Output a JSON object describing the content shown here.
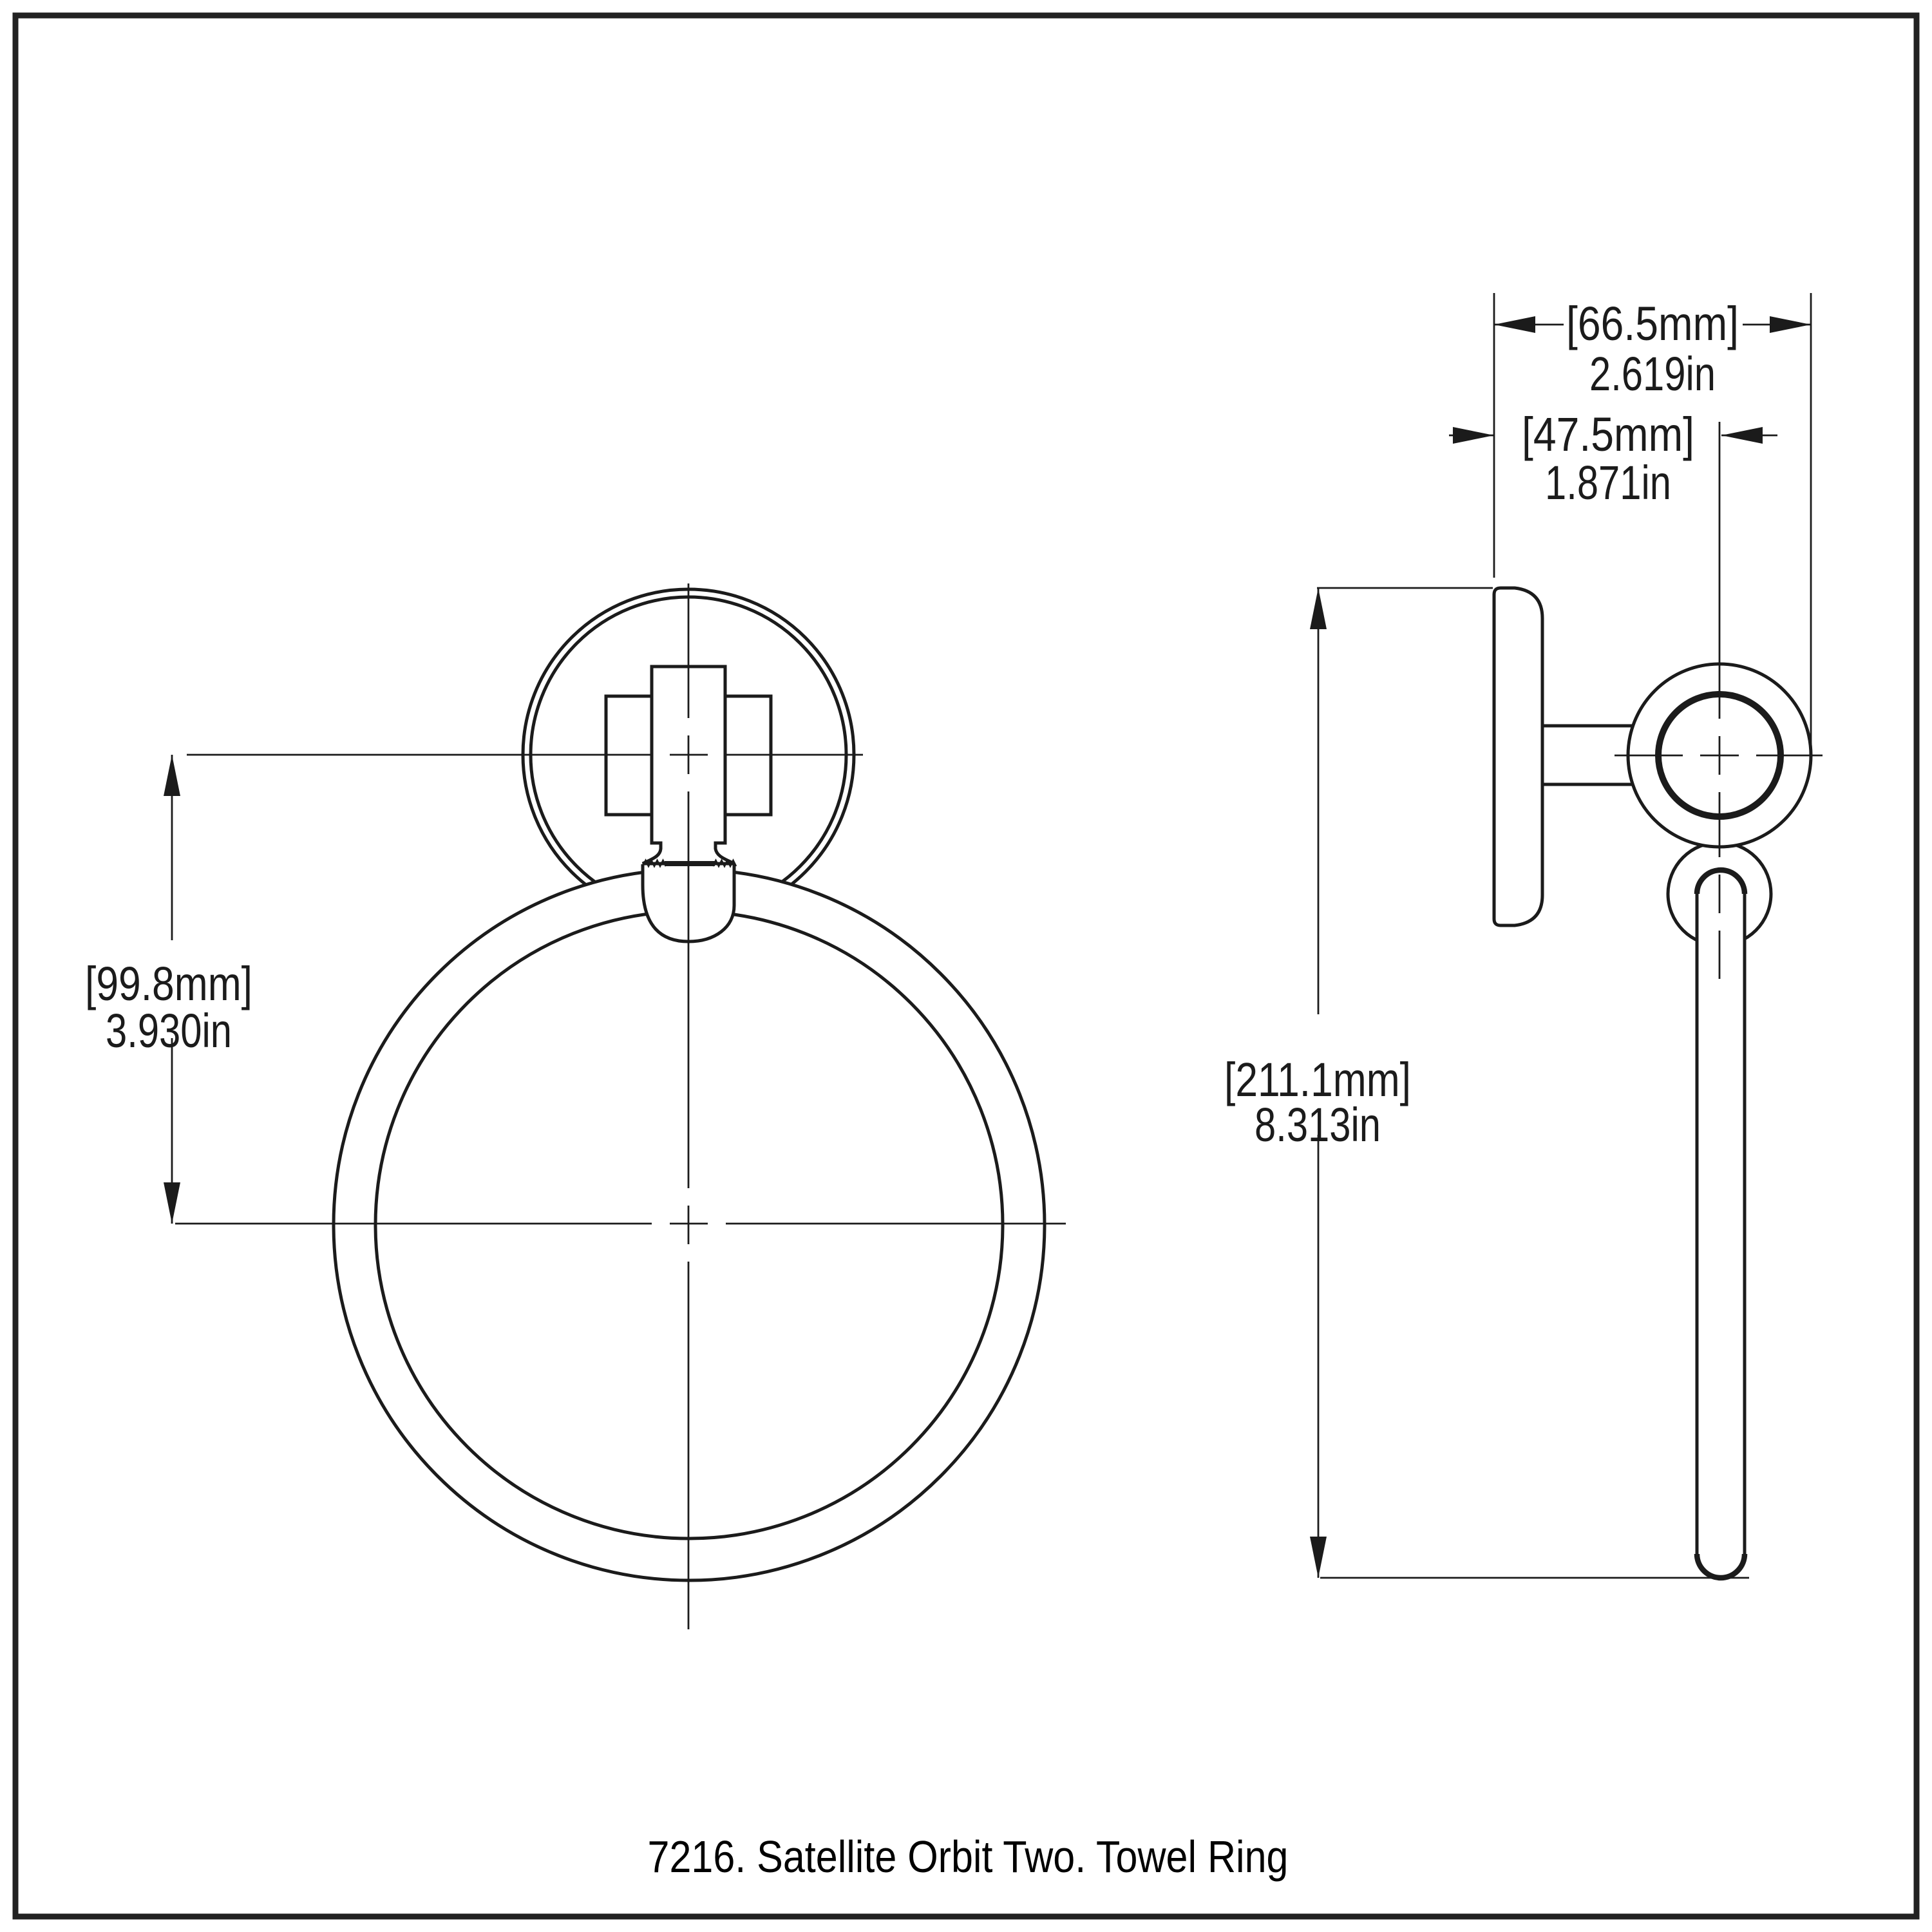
{
  "drawing": {
    "caption": "7216. Satellite Orbit Two. Towel Ring",
    "colors": {
      "line": "#1b1b1b",
      "background": "#ffffff"
    },
    "dimensions": {
      "overall_projection": {
        "mm": "[66.5mm]",
        "in": "2.619in"
      },
      "wall_to_ring_center": {
        "mm": "[47.5mm]",
        "in": "1.871in"
      },
      "plate_center_to_ring_center": {
        "mm": "[99.8mm]",
        "in": "3.930in"
      },
      "overall_height": {
        "mm": "[211.1mm]",
        "in": "8.313in"
      }
    }
  }
}
